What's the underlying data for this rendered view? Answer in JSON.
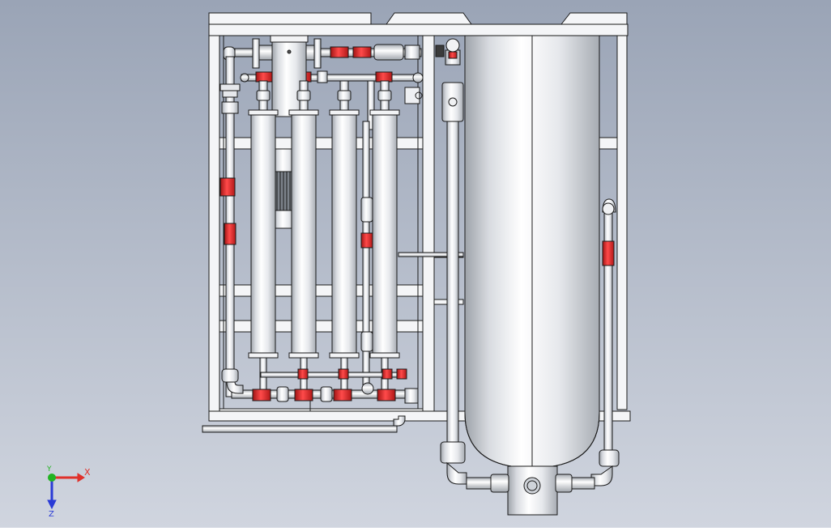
{
  "view": {
    "background_top": "#9aa4b6",
    "background_bottom": "#d0d5df",
    "line_color": "#1a1a1a",
    "metal_color": "#e4e7ec",
    "accent_fitting_color": "#e02424"
  },
  "triad": {
    "x_label": "X",
    "y_label": "Y",
    "z_label": "Z",
    "x_color": "#e0302a",
    "y_color": "#22b322",
    "z_color": "#2a3bd6"
  },
  "assembly": {
    "membrane_count": 4,
    "icons": [
      "membrane-vessel-icon",
      "pressure-tank-icon",
      "pump-motor-icon",
      "valve-icon",
      "pipe-elbow-icon"
    ]
  }
}
